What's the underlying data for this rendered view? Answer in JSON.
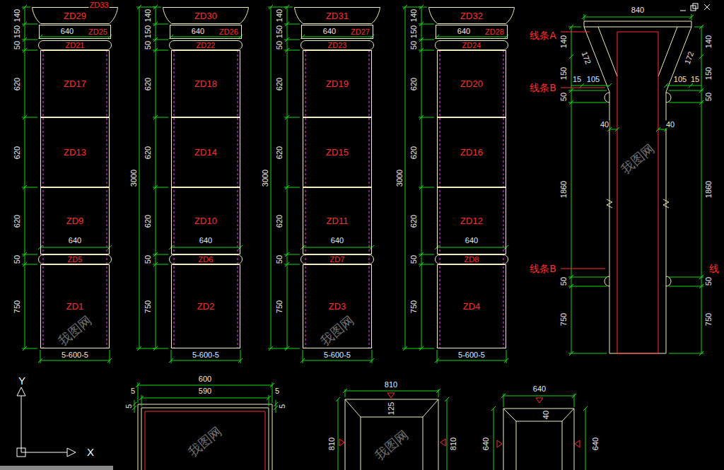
{
  "diagram": {
    "nodes": [
      {
        "text": [
          "ZD29"
        ]
      },
      {
        "text": [
          "ZD25"
        ]
      },
      {
        "text": [
          "ZD21"
        ]
      },
      {
        "text": [
          "ZD17"
        ]
      },
      {
        "text": [
          "ZD13"
        ]
      },
      {
        "text": [
          "ZD9"
        ]
      },
      {
        "text": [
          "ZD5"
        ]
      },
      {
        "text": [
          "ZD1"
        ]
      },
      {
        "text": [
          "ZD30"
        ]
      },
      {
        "text": [
          "ZD26"
        ]
      },
      {
        "text": [
          "ZD22"
        ]
      },
      {
        "text": [
          "ZD18"
        ]
      },
      {
        "text": [
          "ZD14"
        ]
      },
      {
        "text": [
          "ZD10"
        ]
      },
      {
        "text": [
          "ZD6"
        ]
      },
      {
        "text": [
          "ZD2"
        ]
      },
      {
        "text": [
          "ZD31"
        ]
      },
      {
        "text": [
          "ZD27"
        ]
      },
      {
        "text": [
          "ZD23"
        ]
      },
      {
        "text": [
          "ZD19"
        ]
      },
      {
        "text": [
          "ZD15"
        ]
      },
      {
        "text": [
          "ZD11"
        ]
      },
      {
        "text": [
          "ZD7"
        ]
      },
      {
        "text": [
          "ZD3"
        ]
      },
      {
        "text": [
          "ZD32"
        ]
      },
      {
        "text": [
          "ZD28"
        ]
      },
      {
        "text": [
          "ZD24"
        ]
      },
      {
        "text": [
          "ZD20"
        ]
      },
      {
        "text": [
          "ZD16"
        ]
      },
      {
        "text": [
          "ZD12"
        ]
      },
      {
        "text": [
          "ZD8"
        ]
      },
      {
        "text": [
          "ZD4"
        ]
      }
    ],
    "labels": [
      "ZD33",
      "140",
      "150",
      "50",
      "620",
      "620",
      "620",
      "50",
      "750",
      "640",
      "640",
      "5-600-5",
      "140",
      "150",
      "50",
      "620",
      "620",
      "620",
      "50",
      "750",
      "3000",
      "640",
      "640",
      "5-600-5",
      "140",
      "150",
      "50",
      "620",
      "620",
      "620",
      "50",
      "750",
      "3000",
      "640",
      "640",
      "5-600-5",
      "140",
      "150",
      "50",
      "620",
      "620",
      "620",
      "50",
      "750",
      "3000",
      "640",
      "640",
      "5-600-5",
      "840",
      "线条A",
      "140",
      "140",
      "172",
      "172",
      "150",
      "150",
      "15",
      "105",
      "105",
      "15",
      "线条B",
      "50",
      "50",
      "40",
      "40",
      "1860",
      "1860",
      "线条B",
      "线",
      "50",
      "50",
      "750",
      "750",
      "Y",
      "X",
      "600",
      "590",
      "5",
      "5",
      "5",
      "5",
      "810",
      "125",
      "810",
      "810",
      "640",
      "40",
      "640",
      "640",
      "我图网",
      "我图网",
      "我图网",
      "我图网",
      "我图网"
    ]
  }
}
